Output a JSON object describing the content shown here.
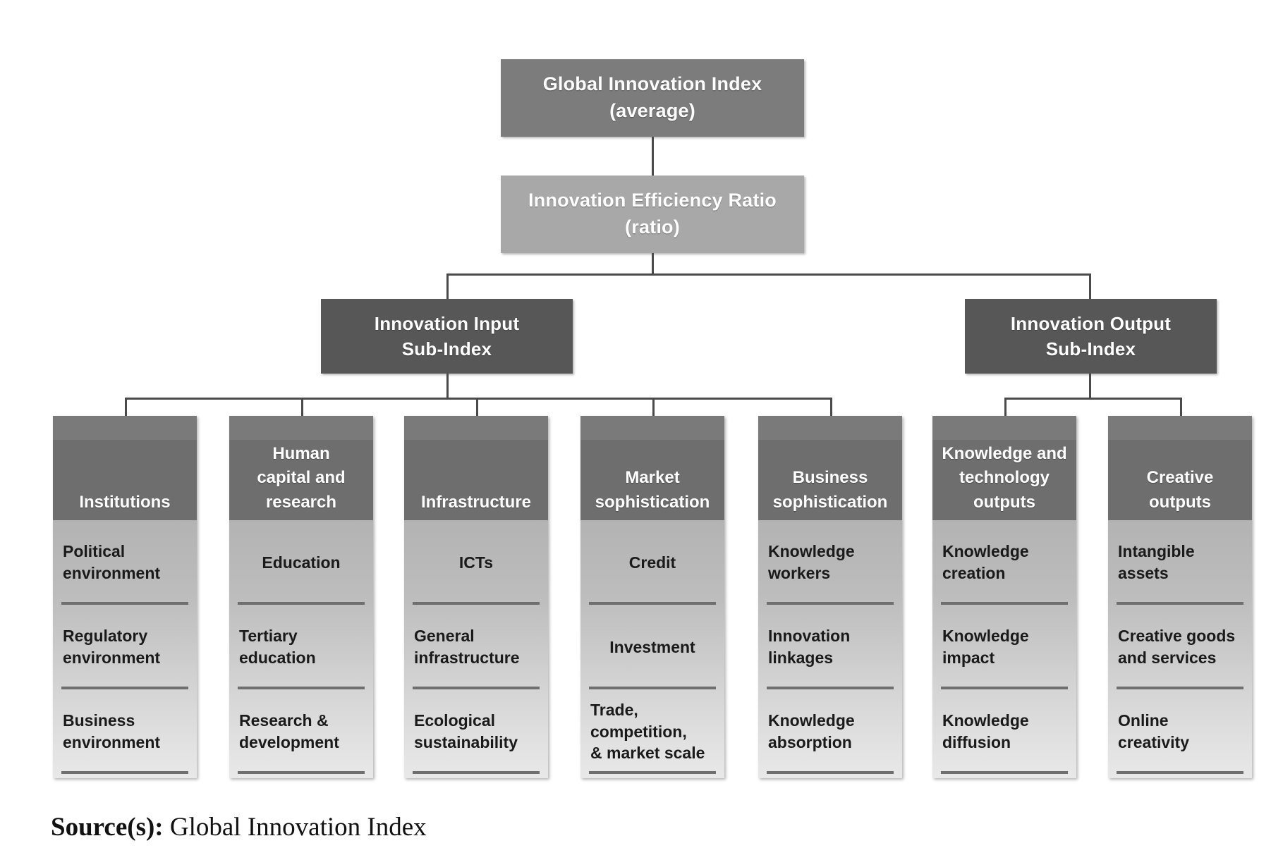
{
  "diagram": {
    "root": {
      "line1": "Global Innovation Index",
      "line2": "(average)"
    },
    "ratio": {
      "line1": "Innovation Efficiency Ratio",
      "line2": "(ratio)"
    },
    "subindexes": [
      {
        "line1": "Innovation Input",
        "line2": "Sub-Index"
      },
      {
        "line1": "Innovation Output",
        "line2": "Sub-Index"
      }
    ],
    "pillars": [
      {
        "title_lines": [
          "Institutions"
        ],
        "subpillars": [
          [
            "Political",
            "environment"
          ],
          [
            "Regulatory",
            "environment"
          ],
          [
            "Business",
            "environment"
          ]
        ]
      },
      {
        "title_lines": [
          "Human",
          "capital and",
          "research"
        ],
        "subpillars": [
          [
            "Education"
          ],
          [
            "Tertiary",
            "education"
          ],
          [
            "Research &",
            "development"
          ]
        ]
      },
      {
        "title_lines": [
          "Infrastructure"
        ],
        "subpillars": [
          [
            "ICTs"
          ],
          [
            "General",
            "infrastructure"
          ],
          [
            "Ecological",
            "sustainability"
          ]
        ]
      },
      {
        "title_lines": [
          "Market",
          "sophistication"
        ],
        "subpillars": [
          [
            "Credit"
          ],
          [
            "Investment"
          ],
          [
            "Trade,",
            "competition,",
            "& market scale"
          ]
        ]
      },
      {
        "title_lines": [
          "Business",
          "sophistication"
        ],
        "subpillars": [
          [
            "Knowledge",
            "workers"
          ],
          [
            "Innovation",
            "linkages"
          ],
          [
            "Knowledge",
            "absorption"
          ]
        ]
      },
      {
        "title_lines": [
          "Knowledge and",
          "technology",
          "outputs"
        ],
        "subpillars": [
          [
            "Knowledge",
            "creation"
          ],
          [
            "Knowledge",
            "impact"
          ],
          [
            "Knowledge",
            "diffusion"
          ]
        ]
      },
      {
        "title_lines": [
          "Creative",
          "outputs"
        ],
        "subpillars": [
          [
            "Intangible",
            "assets"
          ],
          [
            "Creative goods",
            "and services"
          ],
          [
            "Online",
            "creativity"
          ]
        ]
      }
    ]
  },
  "source": {
    "label": "Source(s):",
    "text": "Global Innovation Index"
  },
  "colors": {
    "root_box": "#7c7c7c",
    "ratio_box": "#a8a8a8",
    "subindex_box": "#575757",
    "pillar_header": "#6e6e6e",
    "connector": "#4a4a4a",
    "divider": "#6f6f6f",
    "background": "#ffffff"
  }
}
